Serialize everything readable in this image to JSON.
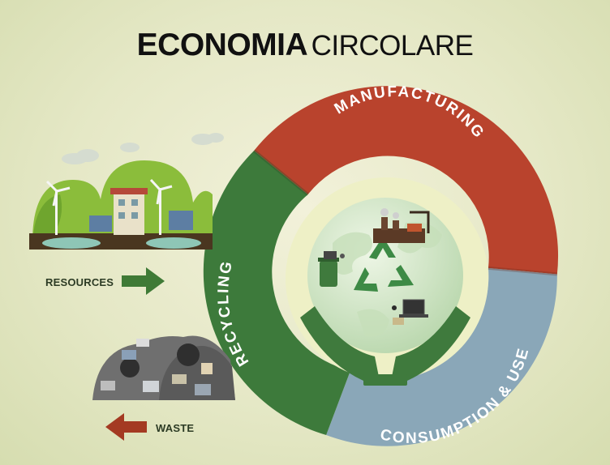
{
  "title": {
    "bold": "ECONOMIA",
    "light": "CIRCOLARE"
  },
  "cycle": [
    {
      "label": "MANUFACTURING",
      "color": "#b9432d"
    },
    {
      "label": "CONSUMPTION & USE",
      "color": "#8aa7b8"
    },
    {
      "label": "RECYCLING",
      "color": "#3d7a3b"
    }
  ],
  "flows": {
    "resources": {
      "label": "RESOURCES",
      "color": "#3f7a36"
    },
    "waste": {
      "label": "WASTE",
      "color": "#a43a22"
    }
  },
  "colors": {
    "inner_disc": "#eef0c6",
    "globe": "#d8e9c9",
    "hands": "#3f7a3d"
  },
  "icons": [
    "recycle-icon",
    "factory-icon",
    "laptop-icon",
    "recycle-bin-icon",
    "green-city-icon",
    "landfill-icon"
  ]
}
